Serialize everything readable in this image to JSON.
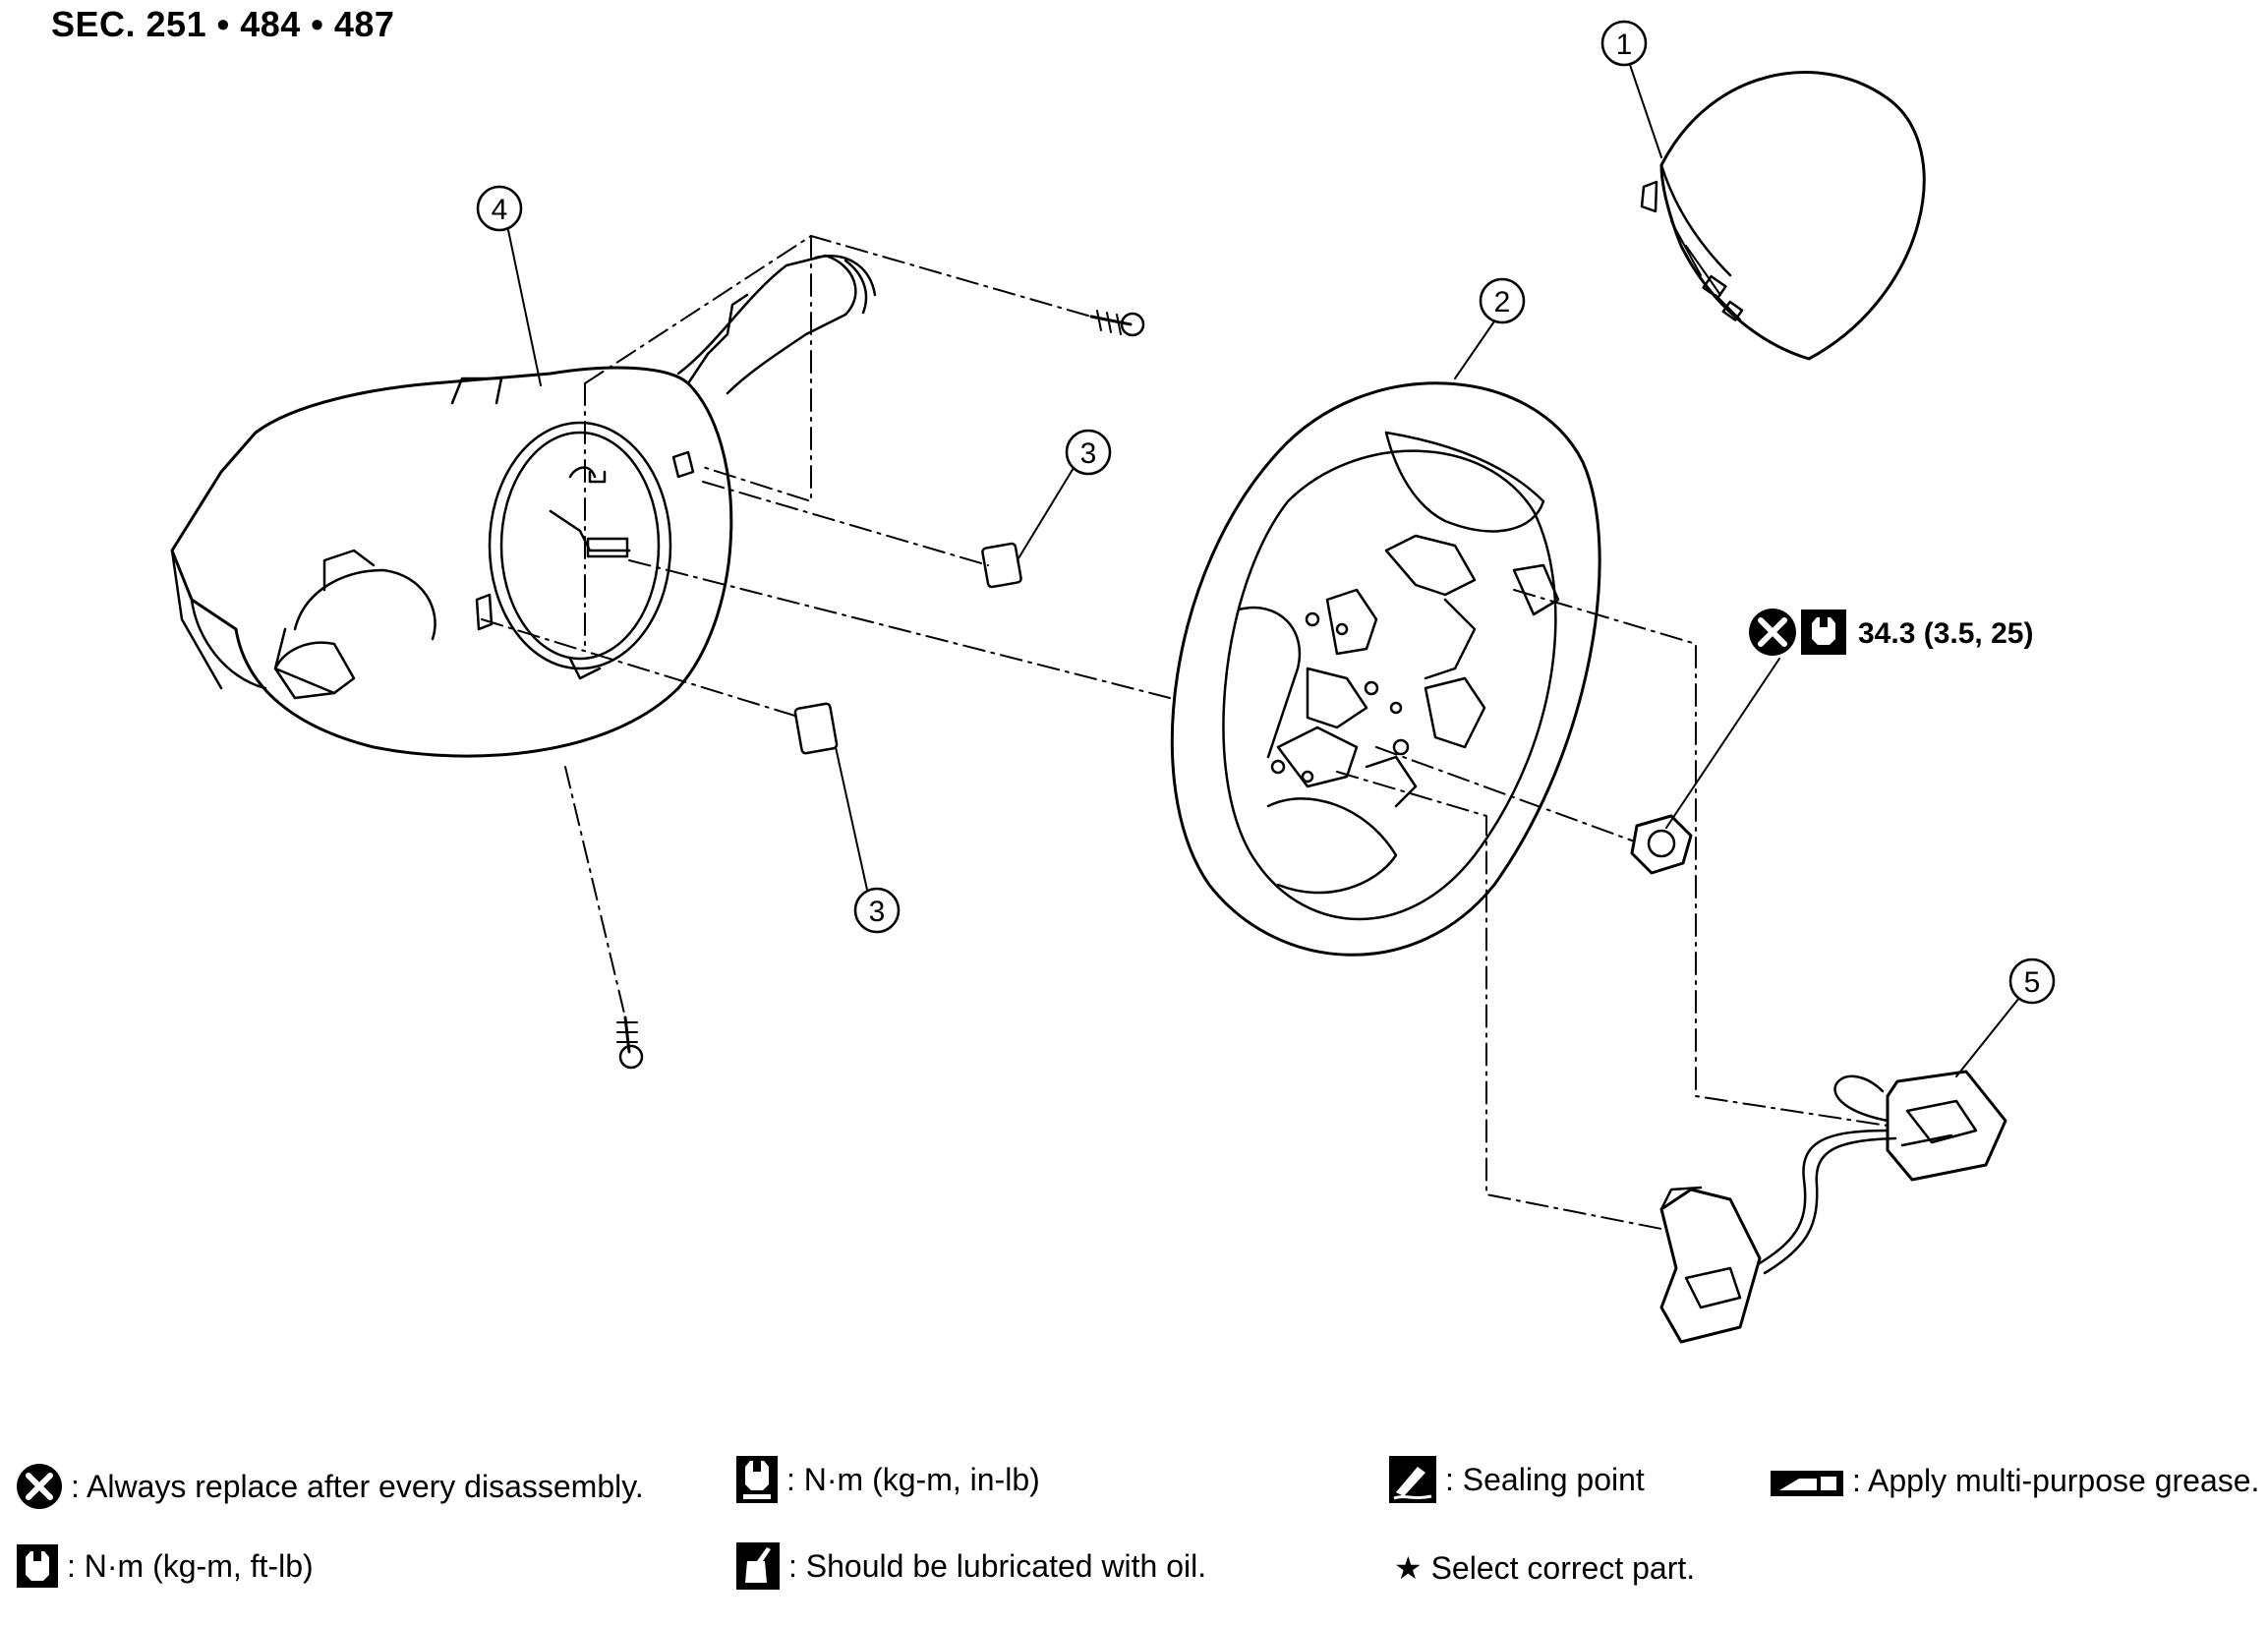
{
  "header": {
    "section": "SEC. 251 • 484 • 487"
  },
  "callouts": [
    {
      "number": "1",
      "part": "air-bag-module"
    },
    {
      "number": "2",
      "part": "steering-wheel"
    },
    {
      "number": "3",
      "part": "clip-upper"
    },
    {
      "number": "3",
      "part": "clip-lower"
    },
    {
      "number": "4",
      "part": "spiral-cable-combination-switch"
    },
    {
      "number": "5",
      "part": "steering-switch-harness"
    }
  ],
  "torque": {
    "value": "34.3 (3.5, 25)"
  },
  "legend": [
    {
      "icon": "replace-x-icon",
      "text": ": Always replace after every disassembly."
    },
    {
      "icon": "torque-in-lb-icon",
      "text": ": N·m (kg-m, in-lb)"
    },
    {
      "icon": "sealing-point-icon",
      "text": ": Sealing point"
    },
    {
      "icon": "grease-icon",
      "text": ": Apply multi-purpose grease."
    },
    {
      "icon": "torque-ft-lb-icon",
      "text": ": N·m (kg-m, ft-lb)"
    },
    {
      "icon": "oil-can-icon",
      "text": ": Should be lubricated with oil."
    },
    {
      "icon": "star-icon",
      "text": "★ Select correct part."
    }
  ]
}
